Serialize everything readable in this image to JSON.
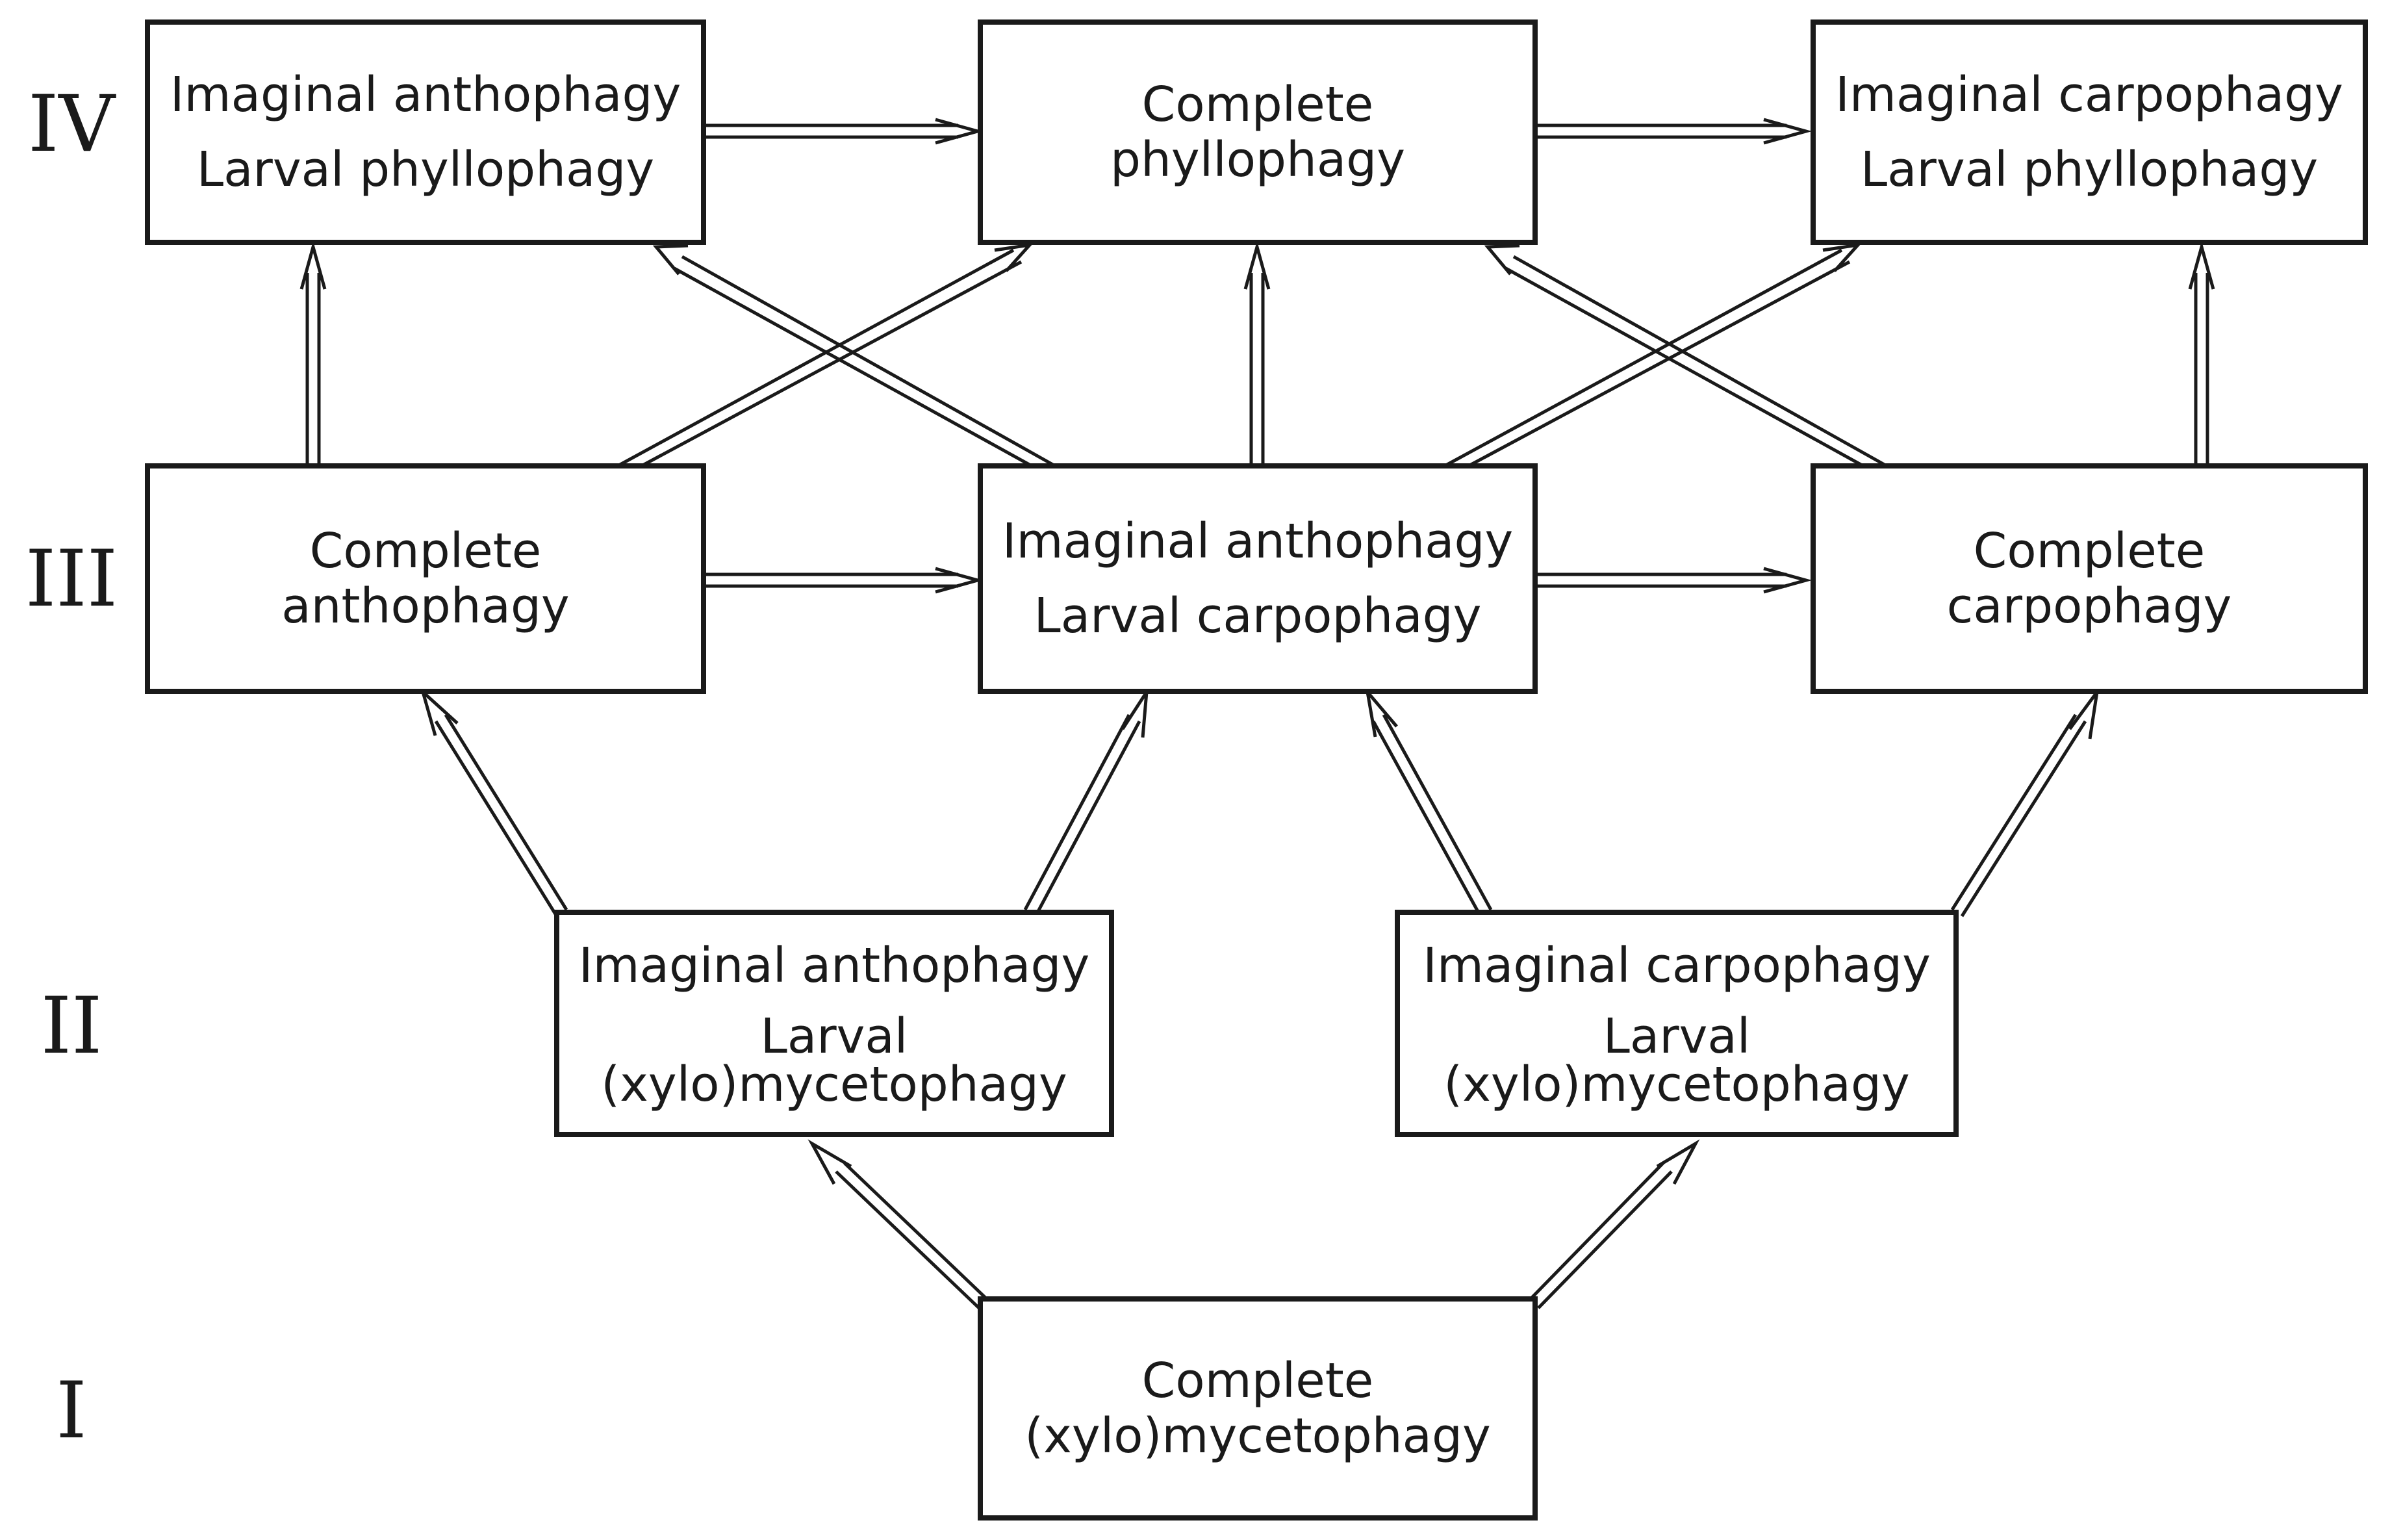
{
  "levels": {
    "I": "I",
    "II": "II",
    "III": "III",
    "IV": "IV"
  },
  "boxes": {
    "complete_xylomycetophagy": {
      "line1": "Complete",
      "line2": "(xylo)mycetophagy"
    },
    "imaginal_anthophagy_larval_xylomycetophagy": {
      "line1": "Imaginal anthophagy",
      "line2": "Larval",
      "line3": "(xylo)mycetophagy"
    },
    "imaginal_carpophagy_larval_xylomycetophagy": {
      "line1": "Imaginal carpophagy",
      "line2": "Larval",
      "line3": "(xylo)mycetophagy"
    },
    "complete_anthophagy": {
      "line1": "Complete",
      "line2": "anthophagy"
    },
    "imaginal_anthophagy_larval_carpophagy": {
      "line1": "Imaginal anthophagy",
      "line2": "Larval carpophagy"
    },
    "complete_carpophagy": {
      "line1": "Complete",
      "line2": "carpophagy"
    },
    "imaginal_anthophagy_larval_phyllophagy": {
      "line1": "Imaginal anthophagy",
      "line2": "Larval phyllophagy"
    },
    "complete_phyllophagy": {
      "line1": "Complete",
      "line2": "phyllophagy"
    },
    "imaginal_carpophagy_larval_phyllophagy": {
      "line1": "Imaginal carpophagy",
      "line2": "Larval phyllophagy"
    }
  },
  "colors": {
    "stroke": "#1a1a1a",
    "background": "#ffffff"
  }
}
